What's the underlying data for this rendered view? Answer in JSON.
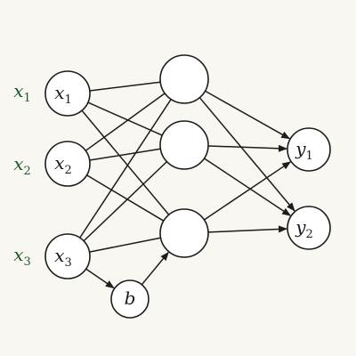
{
  "colors": {
    "background": "#f8f7f2",
    "line": "#1c1c1c",
    "input_label": "#1f5a2a",
    "node_fill": "#ffffff"
  },
  "input_labels": [
    {
      "base": "x",
      "sub": "1"
    },
    {
      "base": "x",
      "sub": "2"
    },
    {
      "base": "x",
      "sub": "3"
    }
  ],
  "input_nodes": [
    {
      "base": "x",
      "sub": "1"
    },
    {
      "base": "x",
      "sub": "2"
    },
    {
      "base": "x",
      "sub": "3"
    }
  ],
  "bias_node": {
    "base": "b",
    "sub": ""
  },
  "hidden_nodes": [
    {
      "base": "",
      "sub": ""
    },
    {
      "base": "",
      "sub": ""
    },
    {
      "base": "",
      "sub": ""
    }
  ],
  "output_nodes": [
    {
      "base": "y",
      "sub": "1"
    },
    {
      "base": "y",
      "sub": "2"
    }
  ]
}
